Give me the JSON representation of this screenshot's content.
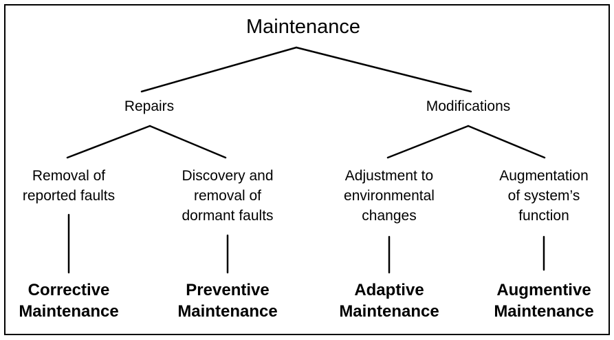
{
  "nodes": {
    "root": "Maintenance",
    "repairs": "Repairs",
    "modifications": "Modifications"
  },
  "leaves": [
    {
      "description": "Removal of\nreported faults",
      "category": "Corrective\nMaintenance"
    },
    {
      "description": "Discovery and\nremoval of\ndormant faults",
      "category": "Preventive\nMaintenance"
    },
    {
      "description": "Adjustment to\nenvironmental\nchanges",
      "category": "Adaptive\nMaintenance"
    },
    {
      "description": "Augmentation\nof system’s\nfunction",
      "category": "Augmentive\nMaintenance"
    }
  ]
}
